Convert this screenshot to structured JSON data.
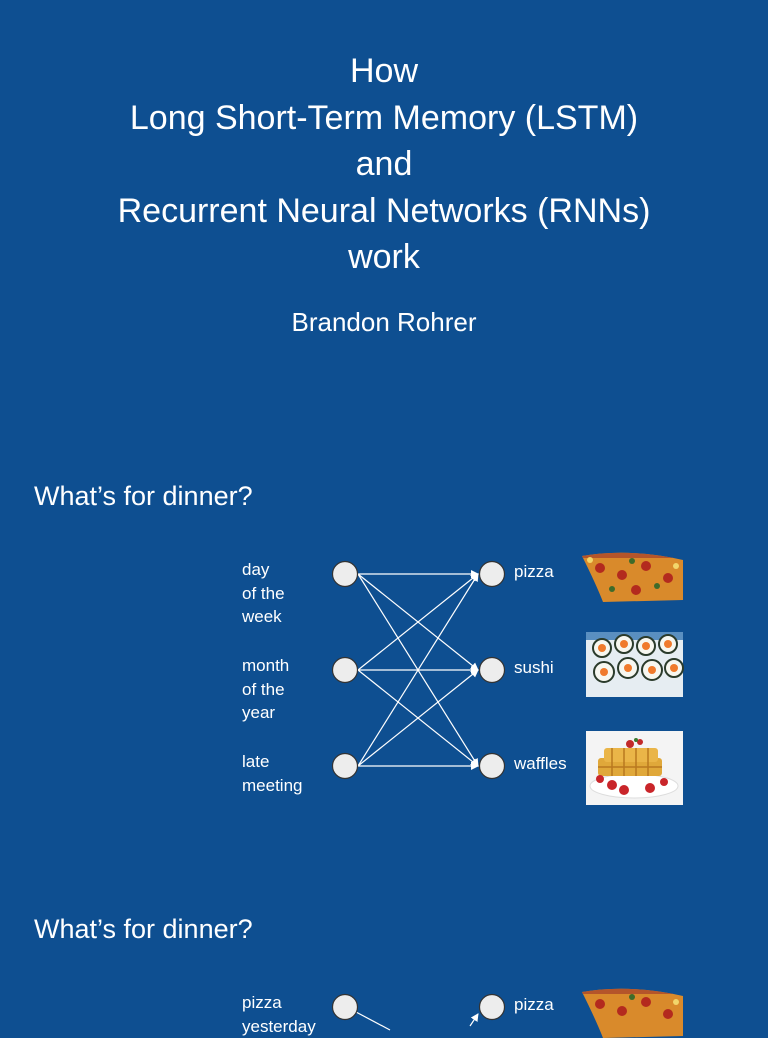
{
  "title": {
    "lines": [
      "How",
      "Long Short-Term Memory (LSTM)",
      "and",
      "Recurrent Neural Networks (RNNs)",
      "work"
    ],
    "author": "Brandon Rohrer"
  },
  "section1": {
    "heading": "What’s for dinner?",
    "inputs": [
      {
        "lines": [
          "day",
          "of the",
          "week"
        ]
      },
      {
        "lines": [
          "month",
          "of the",
          "year"
        ]
      },
      {
        "lines": [
          "late",
          "meeting"
        ]
      }
    ],
    "outputs": [
      {
        "label": "pizza",
        "image": "pizza-photo"
      },
      {
        "label": "sushi",
        "image": "sushi-photo"
      },
      {
        "label": "waffles",
        "image": "waffles-photo"
      }
    ]
  },
  "section2": {
    "heading": "What’s for dinner?",
    "inputs": [
      {
        "lines": [
          "pizza",
          "yesterday"
        ]
      }
    ],
    "outputs": [
      {
        "label": "pizza",
        "image": "pizza-photo"
      }
    ]
  },
  "colors": {
    "background": "#0e4f91",
    "text": "#ffffff",
    "node_fill": "#ededed",
    "node_stroke": "#333333",
    "edge": "#ffffff"
  }
}
